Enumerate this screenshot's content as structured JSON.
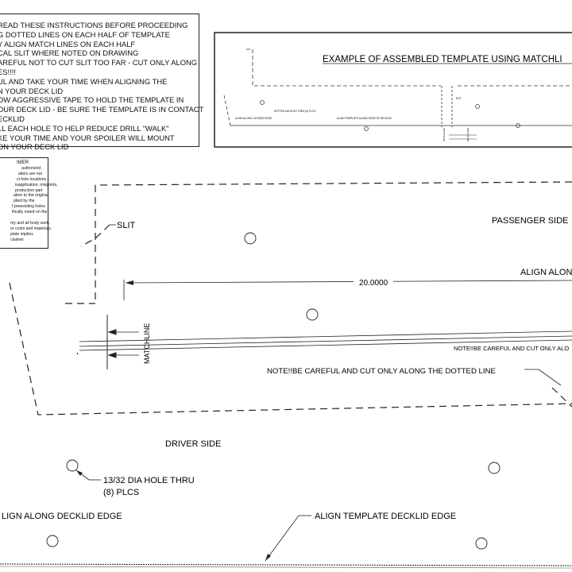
{
  "instructions": {
    "lines": [
      "READ THESE INSTRUCTIONS BEFORE PROCEEDING",
      "G DOTTED LINES ON EACH HALF OF TEMPLATE",
      "Y ALIGN MATCH LINES ON EACH HALF",
      "CAL SLIT WHERE NOTED ON DRAWING",
      "AREFUL NOT TO CUT SLIT TOO FAR - CUT ONLY ALONG",
      "ES!!!!",
      "UL AND TAKE YOUR TIME WHEN ALIGNING THE",
      "N YOUR DECK LID",
      "OW AGGRESSIVE TAPE TO HOLD THE TEMPLATE IN",
      "OUR DECK LID - BE SURE THE TEMPLATE IS IN CONTACT",
      "ECKLID",
      "LL EACH HOLE TO HELP REDUCE DRILL \"WALK\"",
      "KE YOUR TIME AND YOUR SPOILER WILL MOUNT",
      "ON YOUR DECK LID"
    ]
  },
  "disclaimer": {
    "title": "IMER",
    "lines": [
      "authorized",
      "ailers are not",
      "ct hole locations -",
      "isapplication, misprints,",
      "production part",
      "ation to the original",
      "plied by the",
      "f preexisting holes",
      "ifically noted on the",
      "",
      "my and all body work,",
      "or costs and materials.",
      "plate implies",
      "claimer."
    ]
  },
  "example": {
    "title": "EXAMPLE OF ASSEMBLED TEMPLATE USING MATCHLI",
    "note_align": "ALIGN ALONG OUTSIDE EDGE",
    "note_hole": "DOTTED DIA HOLE THRU (4) PLCS",
    "note_edge": "ALIGN TEMPLATE ALONG EDGE OF DECKLID",
    "note_slit": "SLIT",
    "note_match1": "MATCHLINE",
    "note_match2": "MATCHLINE"
  },
  "labels": {
    "slit": "SLIT",
    "passenger_side": "PASSENGER SIDE",
    "align_along": "ALIGN ALON",
    "dimension": "20.0000",
    "matchline": "MATCHLINE",
    "note_small": "NOTE!!BE CAREFUL AND CUT ONLY ALO",
    "note_large": "NOTE!!BE CAREFUL AND CUT ONLY ALONG THE DOTTED LINE",
    "driver_side": "DRIVER SIDE",
    "hole_callout_1": "13/32 DIA HOLE THRU",
    "hole_callout_2": "(8) PLCS",
    "align_decklid": "LIGN ALONG DECKLID EDGE",
    "align_template": "ALIGN TEMPLATE DECKLID EDGE"
  }
}
